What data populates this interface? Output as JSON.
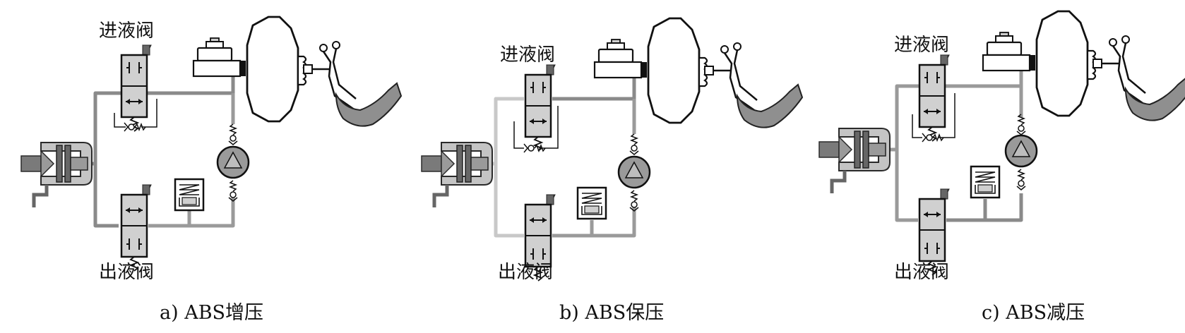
{
  "panels": [
    {
      "id": "a",
      "inlet_label": "进液阀",
      "outlet_label": "出液阀",
      "caption": "a) ABS增压"
    },
    {
      "id": "b",
      "inlet_label": "进液阀",
      "outlet_label": "出液阀",
      "caption": "b) ABS保压"
    },
    {
      "id": "c",
      "inlet_label": "进液阀",
      "outlet_label": "出液阀",
      "caption": "c) ABS减压"
    }
  ],
  "colors": {
    "line_dark": "#8a8a8a",
    "line_light": "#c8c8c8",
    "component_fill": "#bdbdbd",
    "outline": "#1a1a1a"
  }
}
